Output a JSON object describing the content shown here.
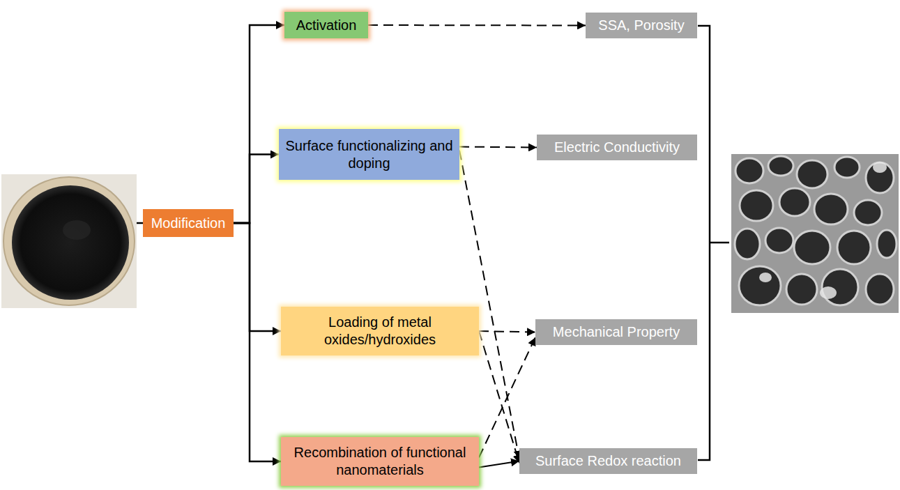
{
  "diagram": {
    "nodes": [
      {
        "text": [
          "Modification"
        ]
      },
      {
        "text": [
          "Activation"
        ]
      },
      {
        "text": [
          "Surface functionalizing and doping"
        ]
      },
      {
        "text": [
          "Loading of metal oxides/hydroxides"
        ]
      },
      {
        "text": [
          "Recombination of functional nanomaterials"
        ]
      },
      {
        "text": [
          "SSA, Porosity"
        ]
      },
      {
        "text": [
          "Electric Conductivity"
        ]
      },
      {
        "text": [
          "Mechanical Property"
        ]
      },
      {
        "text": [
          "Surface Redox reaction"
        ]
      }
    ],
    "edges": [
      {
        "from": 0,
        "to": 1,
        "arrow": "to"
      },
      {
        "from": 0,
        "to": 2,
        "arrow": "to"
      },
      {
        "from": 0,
        "to": 3,
        "arrow": "to"
      },
      {
        "from": 0,
        "to": 4,
        "arrow": "to"
      },
      {
        "from": 1,
        "to": 5,
        "arrow": "to"
      },
      {
        "from": 2,
        "to": 6,
        "arrow": "to"
      },
      {
        "from": 2,
        "to": 8,
        "arrow": "to"
      },
      {
        "from": 3,
        "to": 7,
        "arrow": "to"
      },
      {
        "from": 3,
        "to": 8,
        "arrow": "to"
      },
      {
        "from": 4,
        "to": 7,
        "arrow": "to"
      },
      {
        "from": 4,
        "to": 8,
        "arrow": "to"
      }
    ]
  }
}
